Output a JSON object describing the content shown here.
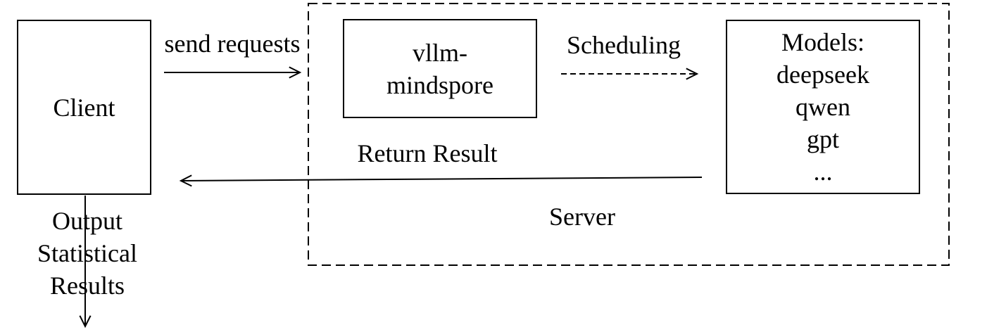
{
  "diagram": {
    "nodes": {
      "client": {
        "label": "Client"
      },
      "vllm_mindspore": {
        "lines": [
          "vllm-",
          "mindspore"
        ]
      },
      "models": {
        "lines": [
          "Models:",
          "deepseek",
          "qwen",
          "gpt",
          "..."
        ]
      },
      "server": {
        "label": "Server"
      }
    },
    "edges": {
      "send_requests": {
        "label": "send requests"
      },
      "scheduling": {
        "label": "Scheduling"
      },
      "return_result": {
        "label": "Return Result"
      },
      "output_statistical_results": {
        "lines": [
          "Output",
          "Statistical",
          "Results"
        ]
      }
    },
    "colors": {
      "background": "#ffffff",
      "stroke": "#000000",
      "text": "#000000"
    }
  }
}
